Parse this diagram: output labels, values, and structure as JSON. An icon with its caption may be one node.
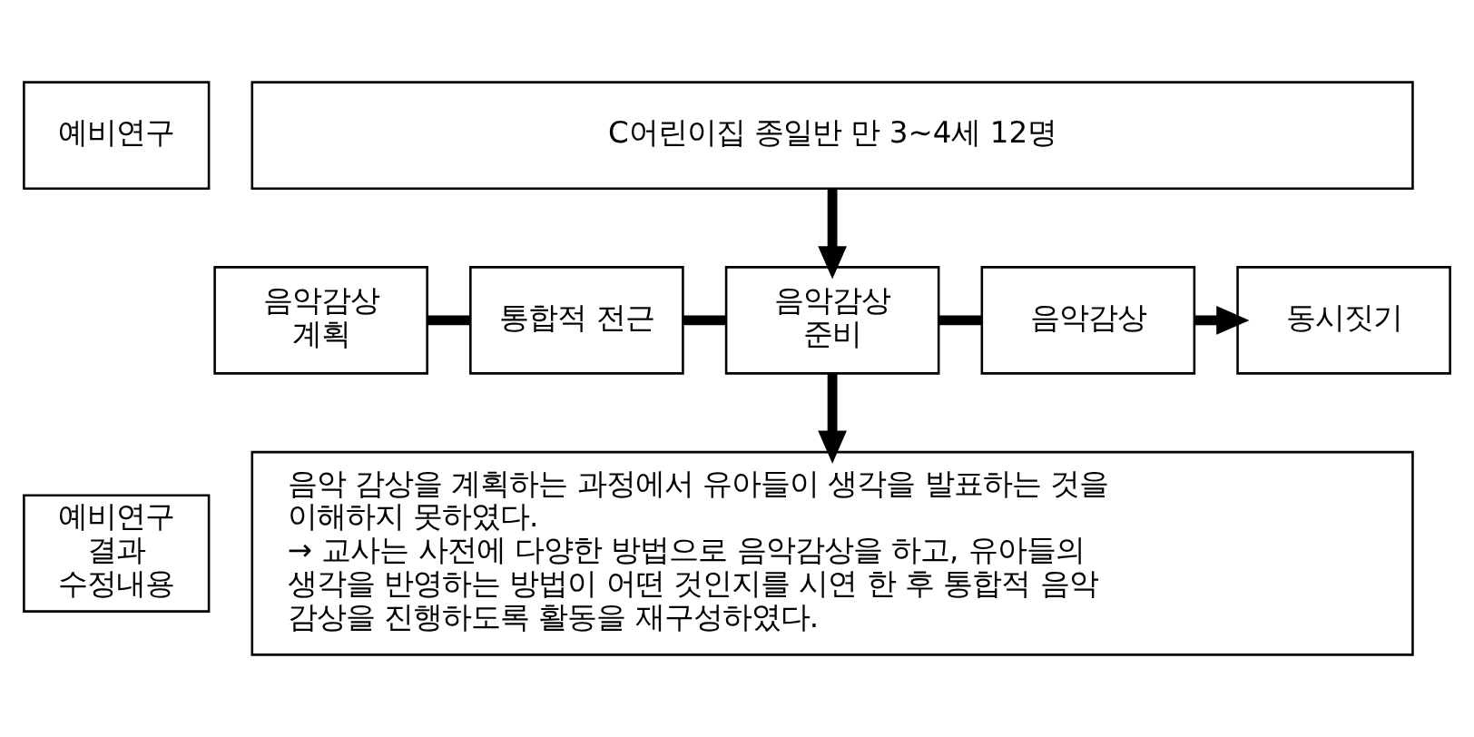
{
  "diagram": {
    "nodes": [
      {
        "text": [
          "예비연구"
        ]
      },
      {
        "text": [
          "C어린이집 종일반 만 3~4세 12명"
        ]
      },
      {
        "text": [
          "음악감상 계획"
        ]
      },
      {
        "text": [
          "통합적 전근"
        ]
      },
      {
        "text": [
          "음악감상 준비"
        ]
      },
      {
        "text": [
          "음악감상"
        ]
      },
      {
        "text": [
          "동시짓기"
        ]
      },
      {
        "text": [
          "예비연구 결과 수정내용"
        ]
      },
      {
        "text": [
          "음악 감상을 계획하는 과정에서 유아들이 생각을 발표하는 것을 이해하지 못하였다.",
          "→ 교사는 사전에 다양한 방법으로 음악감상을 하고, 유아들의 생각을 반영하는 방법이 어떤 것인지를 시연 한 후 통합적 음악 감상을 진행하도록 활동을 재구성하였다."
        ]
      }
    ],
    "edges": [
      {
        "from": 1,
        "to": 4,
        "arrow": "to"
      },
      {
        "from": 2,
        "to": 3,
        "arrow": "none"
      },
      {
        "from": 3,
        "to": 4,
        "arrow": "none"
      },
      {
        "from": 4,
        "to": 5,
        "arrow": "none"
      },
      {
        "from": 5,
        "to": 6,
        "arrow": "to"
      },
      {
        "from": 4,
        "to": 8,
        "arrow": "to"
      }
    ]
  }
}
